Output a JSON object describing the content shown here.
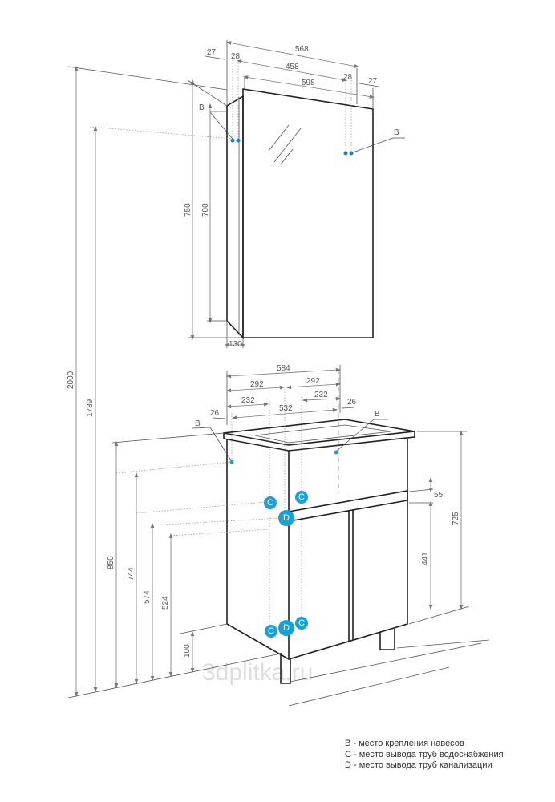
{
  "mirror_dims": {
    "w568": "568",
    "w27a": "27",
    "w28a": "28",
    "w458": "458",
    "w598": "598",
    "w28b": "28",
    "w27b": "27",
    "h750": "750",
    "h700": "700",
    "d130": "130"
  },
  "vanity_dims": {
    "w584": "584",
    "w292a": "292",
    "w292b": "292",
    "w232a": "232",
    "w232b": "232",
    "w532": "532",
    "w26a": "26",
    "w26b": "26",
    "h55": "55",
    "h725": "725",
    "h441": "441"
  },
  "floor_dims": {
    "h2000": "2000",
    "h1789": "1789",
    "h850": "850",
    "h744": "744",
    "h574": "574",
    "h524": "524",
    "h100": "100"
  },
  "markers": {
    "b": "B",
    "c": "C",
    "d": "D"
  },
  "watermark": "3dplitka.ru",
  "legend": [
    "B - место крепления навесов",
    "C - место вывода труб водоснабжения",
    "D - место вывода труб канализации"
  ],
  "colors": {
    "marker": "#1aa0d8",
    "line": "#222222"
  }
}
